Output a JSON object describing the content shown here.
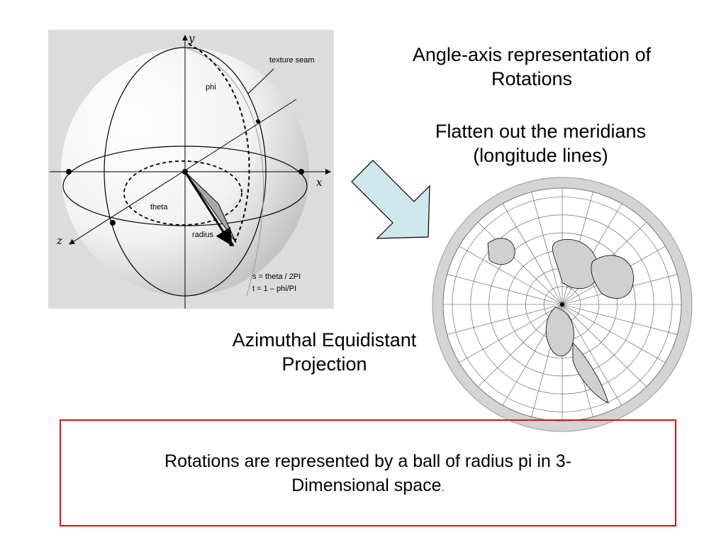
{
  "slide": {
    "heading_line1": "Angle-axis representation of",
    "heading_line2": "Rotations",
    "subheading_line1": "Flatten out the meridians",
    "subheading_line2": "(longitude lines)",
    "caption_line1": "Azimuthal Equidistant",
    "caption_line2": "Projection",
    "summary_part1": "Rotations are represented by a ball of radius pi in 3-",
    "summary_part2": "Dimensional space",
    "summary_period": "."
  },
  "sphere_figure": {
    "axis_y": "y",
    "axis_x": "x",
    "axis_z": "z",
    "label_texture_seam": "texture seam",
    "label_phi": "phi",
    "label_theta": "theta",
    "label_radius": "radius",
    "formula_s": "s = theta / 2PI",
    "formula_t": "t = 1 – phi/PI"
  },
  "colors": {
    "box_border": "#e01010",
    "arrow_fill": "#cfe8ee",
    "map_ring": "#d4d4d4",
    "sphere_bg": "#dcdcdc"
  }
}
